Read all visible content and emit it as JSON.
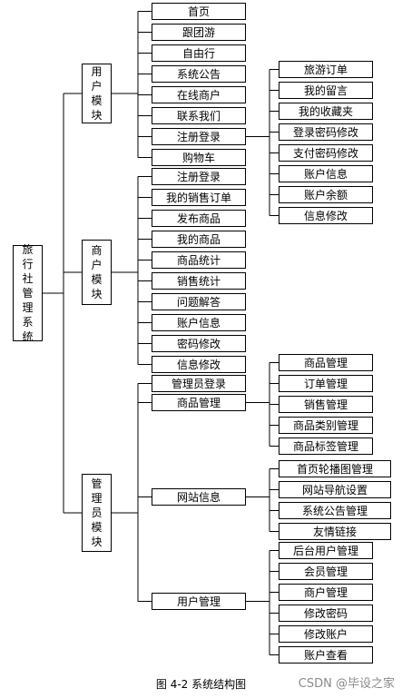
{
  "root": "旅行社管理系统",
  "modules": [
    {
      "name": "用户模块",
      "children": [
        {
          "label": "首页"
        },
        {
          "label": "跟团游"
        },
        {
          "label": "自由行"
        },
        {
          "label": "系统公告"
        },
        {
          "label": "在线商户"
        },
        {
          "label": "联系我们"
        },
        {
          "label": "注册登录",
          "children": [
            "旅游订单",
            "我的留言",
            "我的收藏夹",
            "登录密码修改",
            "支付密码修改",
            "账户信息",
            "账户余额",
            "信息修改"
          ]
        },
        {
          "label": "购物车"
        }
      ]
    },
    {
      "name": "商户模块",
      "children": [
        {
          "label": "注册登录"
        },
        {
          "label": "我的销售订单"
        },
        {
          "label": "发布商品"
        },
        {
          "label": "我的商品"
        },
        {
          "label": "商品统计"
        },
        {
          "label": "销售统计"
        },
        {
          "label": "问题解答"
        },
        {
          "label": "账户信息"
        },
        {
          "label": "密码修改"
        },
        {
          "label": "信息修改"
        }
      ]
    },
    {
      "name": "管理员模块",
      "children": [
        {
          "label": "管理员登录"
        },
        {
          "label": "商品管理",
          "children": [
            "商品管理",
            "订单管理",
            "销售管理",
            "商品类别管理",
            "商品标签管理"
          ]
        },
        {
          "label": "网站信息",
          "children": [
            "首页轮播图管理",
            "网站导航设置",
            "系统公告管理",
            "友情链接"
          ]
        },
        {
          "label": "用户管理",
          "children": [
            "后台用户管理",
            "会员管理",
            "商户管理",
            "修改密码",
            "修改账户",
            "账户查看"
          ]
        }
      ]
    }
  ],
  "caption": "图 4-2 系统结构图",
  "watermark": "CSDN @毕设之家"
}
